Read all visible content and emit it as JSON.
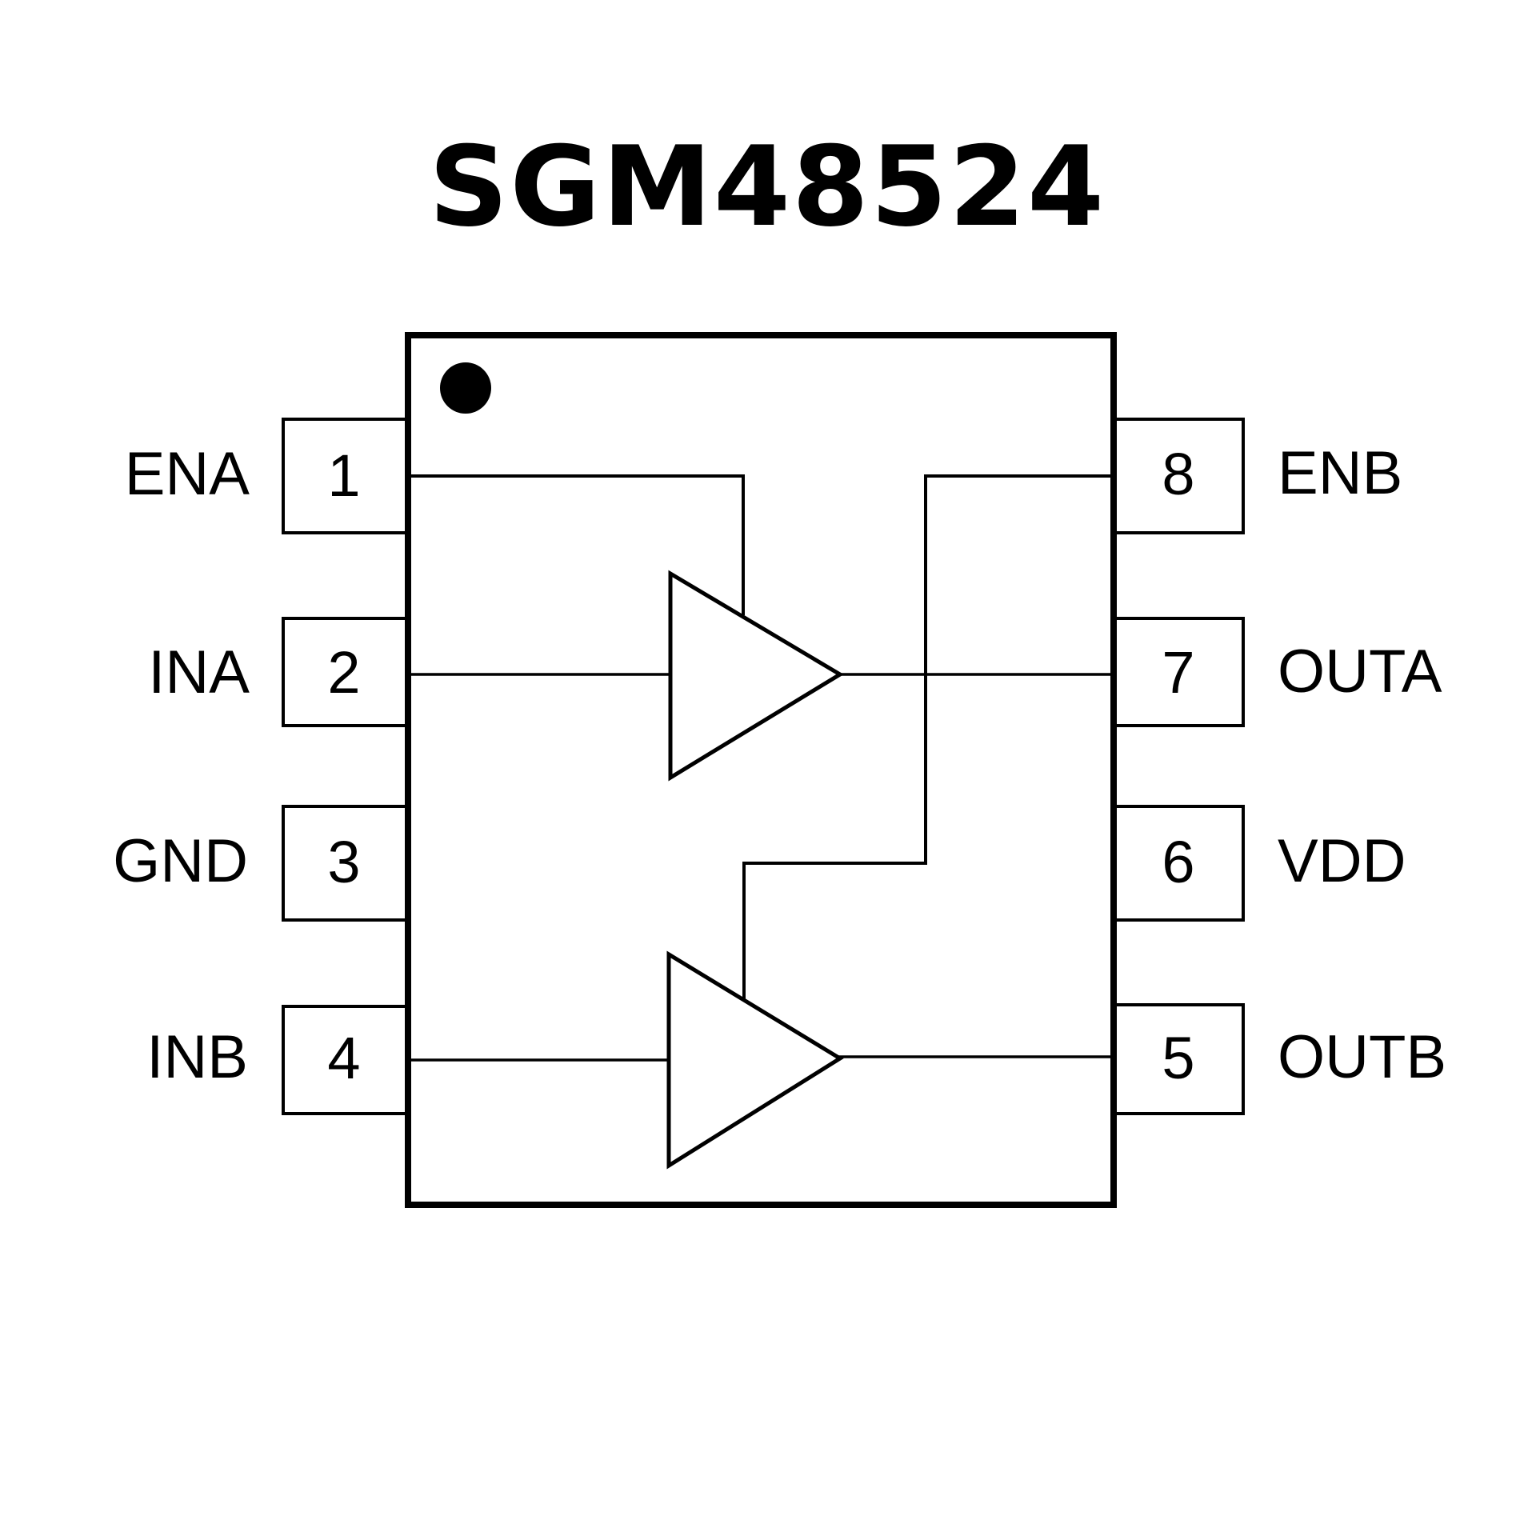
{
  "title": "SGM48524",
  "package": {
    "pin1_marker": "dot",
    "pins": [
      {
        "number": "1",
        "name": "ENA",
        "side": "left"
      },
      {
        "number": "2",
        "name": "INA",
        "side": "left"
      },
      {
        "number": "3",
        "name": "GND",
        "side": "left"
      },
      {
        "number": "4",
        "name": "INB",
        "side": "left"
      },
      {
        "number": "5",
        "name": "OUTB",
        "side": "right"
      },
      {
        "number": "6",
        "name": "VDD",
        "side": "right"
      },
      {
        "number": "7",
        "name": "OUTA",
        "side": "right"
      },
      {
        "number": "8",
        "name": "ENB",
        "side": "right"
      }
    ]
  },
  "drivers": [
    {
      "name": "driver-a",
      "input": "INA",
      "output": "OUTA",
      "enable": "ENA"
    },
    {
      "name": "driver-b",
      "input": "INB",
      "output": "OUTB",
      "enable": "ENB"
    }
  ],
  "colors": {
    "ink": "#000000",
    "background": "#ffffff"
  }
}
